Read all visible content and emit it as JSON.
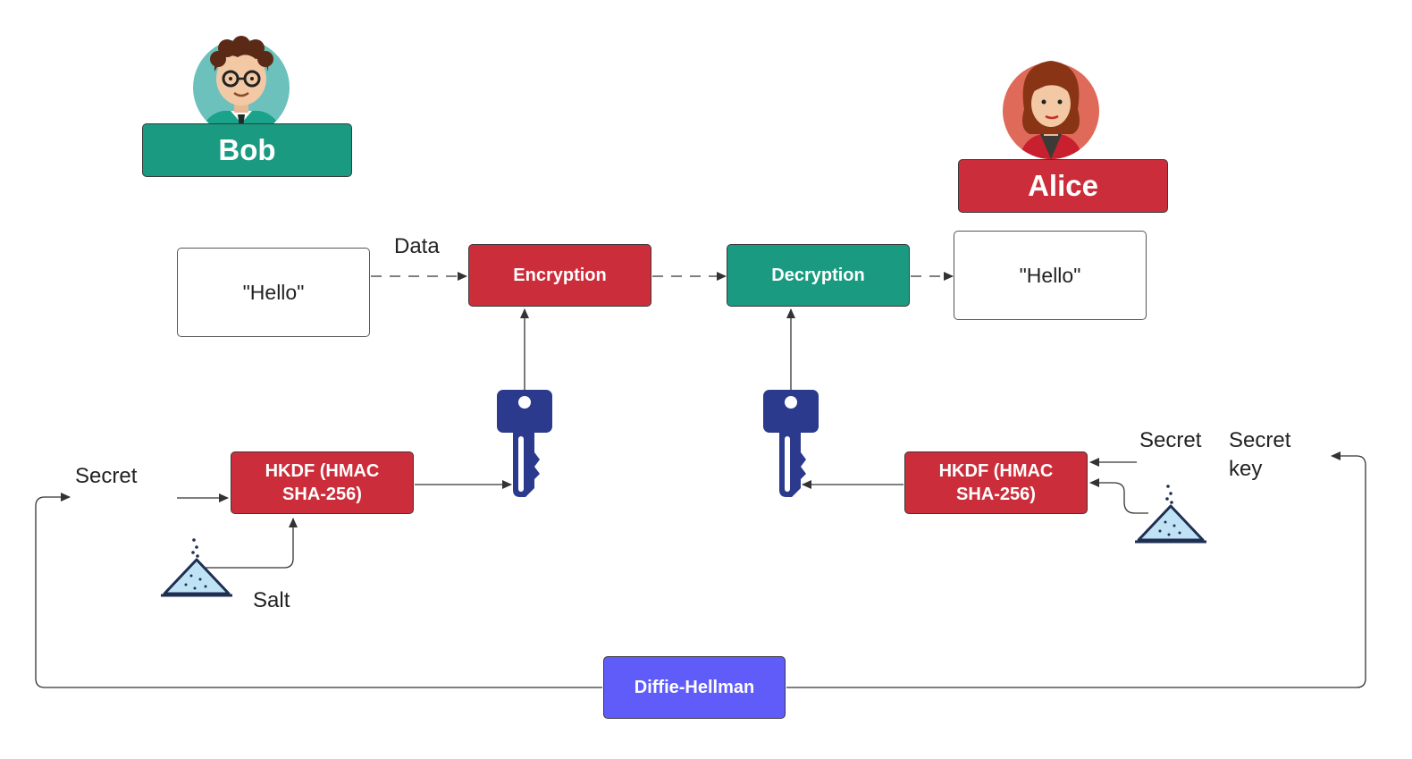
{
  "people": {
    "bob": {
      "name": "Bob",
      "color": "#1a9a80",
      "avatar_bg": "#6cc1bd"
    },
    "alice": {
      "name": "Alice",
      "color": "#cc2d3a",
      "avatar_bg": "#e06a5a"
    }
  },
  "messages": {
    "left": "\"Hello\"",
    "right": "\"Hello\""
  },
  "labels": {
    "data": "Data",
    "secret_left": "Secret",
    "salt": "Salt",
    "secret_right": "Secret",
    "secret_key": "Secret\nkey"
  },
  "processes": {
    "encryption": {
      "label": "Encryption",
      "color": "#cc2d3a"
    },
    "decryption": {
      "label": "Decryption",
      "color": "#1a9a80"
    },
    "hkdf_left": {
      "label": "HKDF (HMAC\nSHA-256)",
      "color": "#cc2d3a"
    },
    "hkdf_right": {
      "label": "HKDF (HMAC\nSHA-256)",
      "color": "#cc2d3a"
    },
    "diffie_hellman": {
      "label": "Diffie-Hellman",
      "color": "#5f5cfa"
    }
  },
  "icons": {
    "key_color": "#2b3a8c",
    "salt_color": "#bfe3f5",
    "names": [
      "avatar-bob-icon",
      "avatar-alice-icon",
      "key-icon",
      "salt-icon"
    ]
  }
}
